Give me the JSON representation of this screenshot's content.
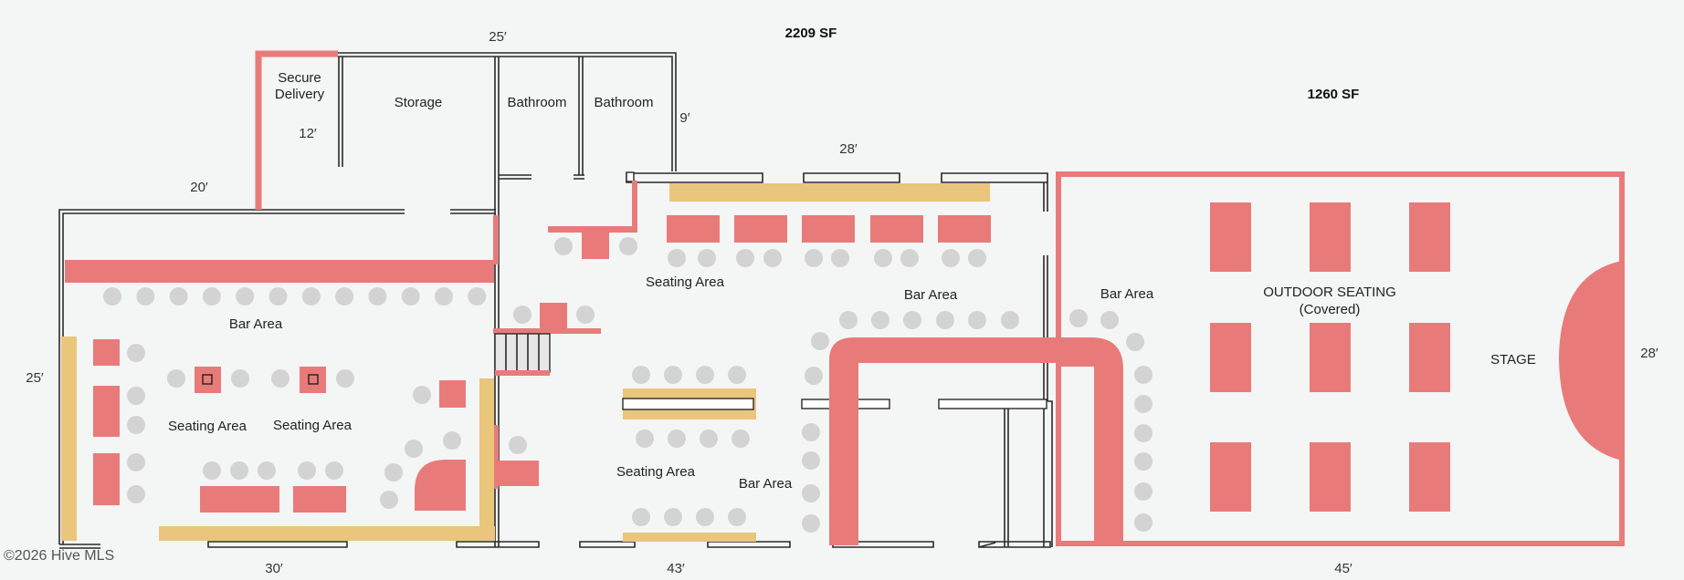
{
  "labels": {
    "secure_delivery": [
      "Secure",
      "Delivery"
    ],
    "storage": "Storage",
    "bathroom_1": "Bathroom",
    "bathroom_2": "Bathroom",
    "bar_area_left": "Bar Area",
    "seating_area_1": "Seating Area",
    "seating_area_2": "Seating Area",
    "seating_area_top": "Seating Area",
    "seating_area_bottom": "Seating Area",
    "bar_area_center": "Bar Area",
    "bar_area_right": "Bar Area",
    "bar_area_outdoor": "Bar Area",
    "outdoor_seating": [
      "OUTDOOR SEATING",
      "(Covered)"
    ],
    "stage": "STAGE"
  },
  "dimensions": {
    "top_25": "25′",
    "left_20": "20′",
    "secure_12": "12′",
    "bath_9": "9′",
    "mid_28": "28′",
    "left_side_25": "25′",
    "bottom_30": "30′",
    "bottom_43": "43′",
    "bottom_45": "45′",
    "right_28": "28′"
  },
  "square_footage": {
    "main": "2209 SF",
    "outdoor": "1260 SF"
  },
  "credit": "©2026 Hive MLS",
  "colors": {
    "bar_red": "#e87b7a",
    "counter_tan": "#eac57c",
    "seat_gray": "#d3d3d3",
    "wall": "#2a2a2a"
  }
}
